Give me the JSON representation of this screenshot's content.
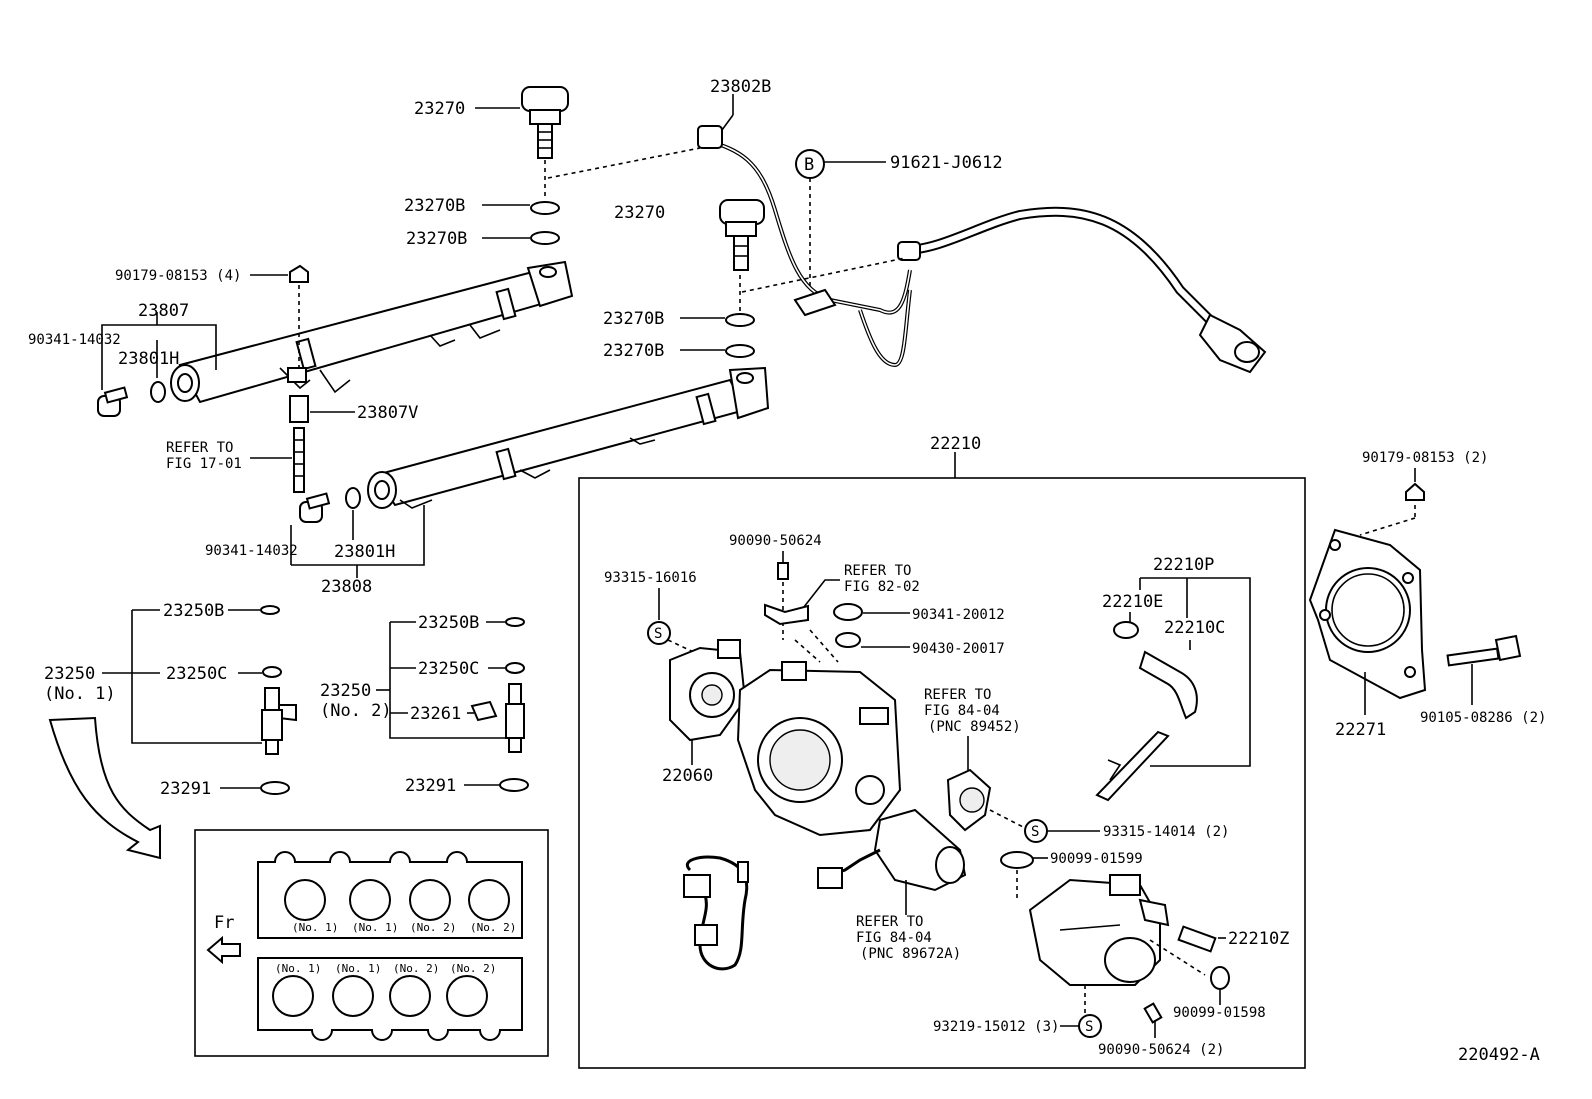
{
  "diagram_id": "220492-A",
  "labels": {
    "p23270_top": "23270",
    "p23802b": "23802B",
    "p91621": "91621-J0612",
    "p23270b_1": "23270B",
    "p23270b_2": "23270B",
    "p23270_mid": "23270",
    "p23270b_3": "23270B",
    "p23270b_4": "23270B",
    "p90179_4": "90179-08153 (4)",
    "p23807": "23807",
    "p90341_a": "90341-14032",
    "p23801h_a": "23801H",
    "p23807v": "23807V",
    "refer_17_line1": "REFER TO",
    "refer_17_line2": "FIG 17-01",
    "p90341_b": "90341-14032",
    "p23801h_b": "23801H",
    "p23808": "23808",
    "p22210": "22210",
    "p90179_2": "90179-08153 (2)",
    "p23250b_a": "23250B",
    "p23250c_a": "23250C",
    "p23250_a": "23250",
    "p23250_a_no": "(No. 1)",
    "p23291_a": "23291",
    "p23250b_b": "23250B",
    "p23250c_b": "23250C",
    "p23250_b": "23250",
    "p23250_b_no": "(No. 2)",
    "p23261": "23261",
    "p23291_b": "23291",
    "p90090_top": "90090-50624",
    "refer_82_line1": "REFER TO",
    "refer_82_line2": "FIG 82-02",
    "p93315_16016": "93315-16016",
    "p90341_20012": "90341-20012",
    "p90430": "90430-20017",
    "p22060": "22060",
    "refer_8404a_line1": "REFER TO",
    "refer_8404a_line2": "FIG 84-04",
    "refer_8404a_line3": "(PNC 89452)",
    "p93315_14014": "93315-14014 (2)",
    "p90099_01599": "90099-01599",
    "refer_8404b_line1": "REFER TO",
    "refer_8404b_line2": "FIG 84-04",
    "refer_8404b_line3": "(PNC 89672A)",
    "p22210p": "22210P",
    "p22210e": "22210E",
    "p22210c": "22210C",
    "p22210z": "22210Z",
    "p90099_01598": "90099-01598",
    "p93219": "93219-15012 (3)",
    "p90090_bottom": "90090-50624 (2)",
    "p22271": "22271",
    "p90105": "90105-08286 (2)",
    "callout_b": "B",
    "callout_s": "S",
    "fr": "Fr",
    "inset_top": [
      "(No. 1)",
      "(No. 1)",
      "(No. 2)",
      "(No. 2)"
    ],
    "inset_bottom": [
      "(No. 1)",
      "(No. 1)",
      "(No. 2)",
      "(No. 2)"
    ]
  }
}
